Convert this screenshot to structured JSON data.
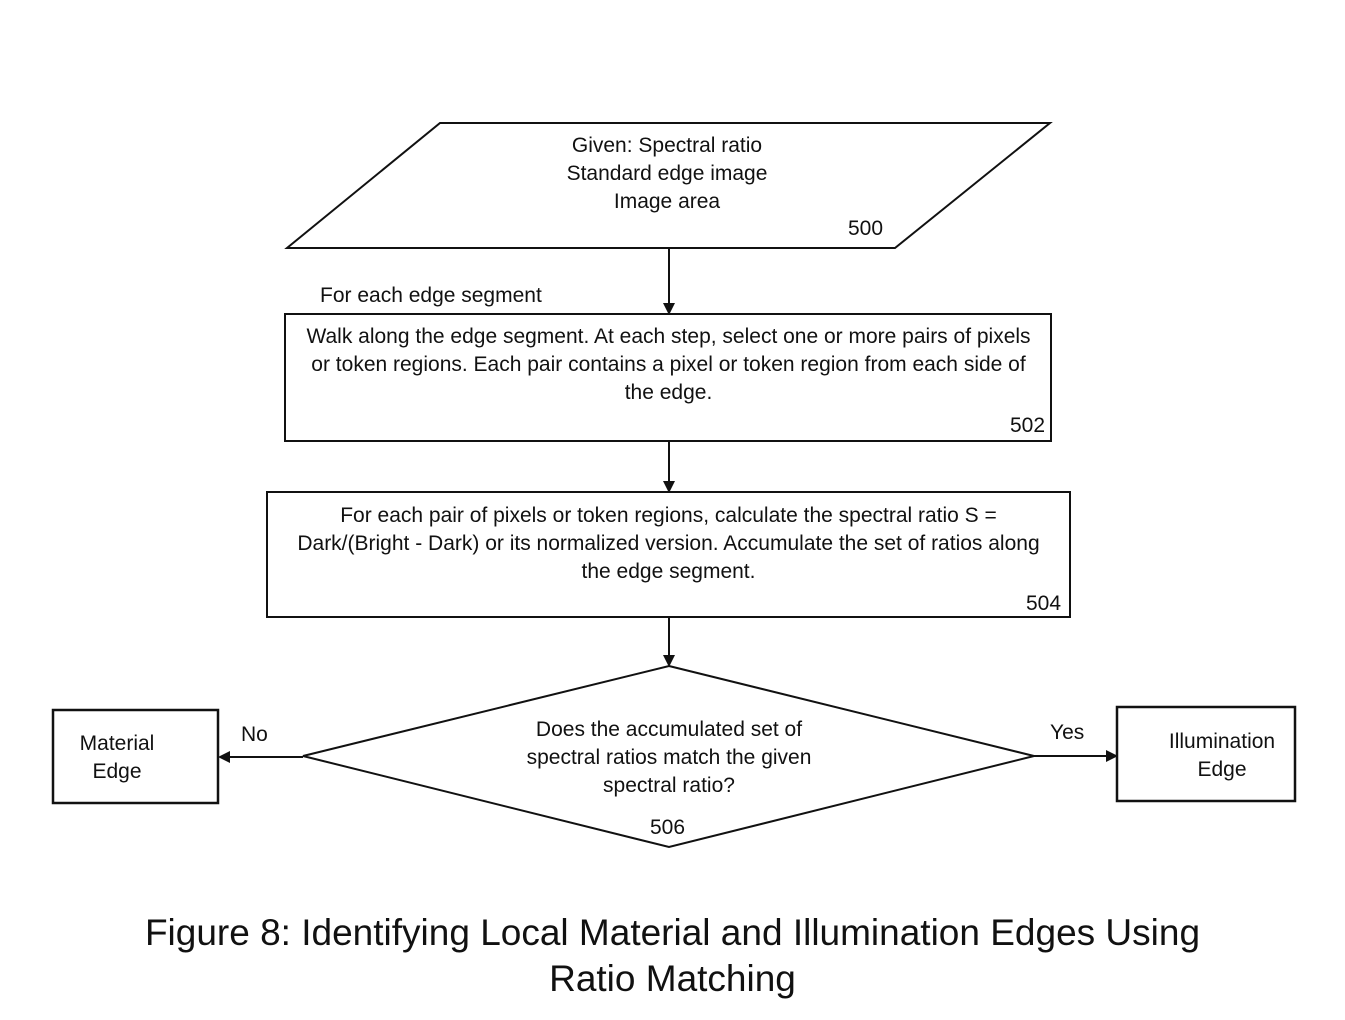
{
  "nodes": {
    "input": {
      "lines": [
        "Given: Spectral ratio",
        "Standard edge image",
        "Image area"
      ],
      "ref": "500"
    },
    "loop_label": "For each edge segment",
    "walk": {
      "text": "Walk along the edge segment. At each step, select one or more pairs of pixels or token regions. Each pair contains a pixel or token region from each side of the edge.",
      "ref": "502"
    },
    "calc": {
      "text": "For each pair of pixels or token regions, calculate the spectral ratio S = Dark/(Bright - Dark) or its normalized version. Accumulate the set of ratios along the edge segment.",
      "ref": "504"
    },
    "decision": {
      "text": "Does the accumulated set of spectral ratios match the given spectral ratio?",
      "ref": "506"
    },
    "material": {
      "lines": [
        "Material",
        "Edge"
      ]
    },
    "illumination": {
      "lines": [
        "Illumination",
        "Edge"
      ]
    }
  },
  "edges": {
    "no_label": "No",
    "yes_label": "Yes"
  },
  "caption": {
    "line1": "Figure 8: Identifying Local Material and Illumination Edges Using",
    "line2": "Ratio Matching"
  }
}
